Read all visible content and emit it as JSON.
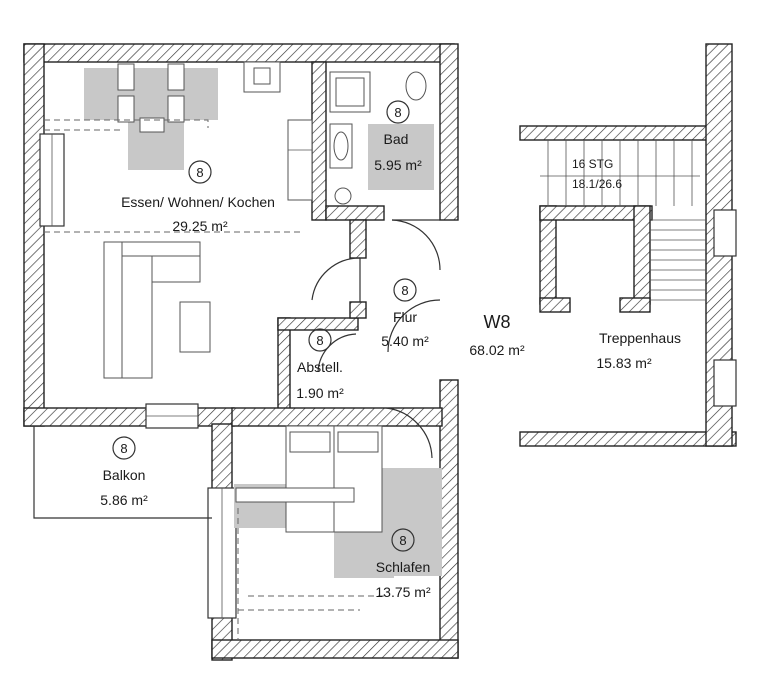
{
  "plan": {
    "unit_label": "W8",
    "unit_area": "68.02 m²",
    "rooms": [
      {
        "id": "essen",
        "marker": "8",
        "name": "Essen/ Wohnen/ Kochen",
        "area": "29.25 m²"
      },
      {
        "id": "bad",
        "marker": "8",
        "name": "Bad",
        "area": "5.95 m²"
      },
      {
        "id": "flur",
        "marker": "8",
        "name": "Flur",
        "area": "5.40 m²"
      },
      {
        "id": "abstell",
        "marker": "8",
        "name": "Abstell.",
        "area": "1.90 m²"
      },
      {
        "id": "balkon",
        "marker": "8",
        "name": "Balkon",
        "area": "5.86 m²"
      },
      {
        "id": "schlafen",
        "marker": "8",
        "name": "Schlafen",
        "area": "13.75 m²"
      },
      {
        "id": "treppenhaus",
        "marker": "",
        "name": "Treppenhaus",
        "area": "15.83 m²"
      }
    ],
    "stairs": {
      "steps_label": "16 STG",
      "dims_label": "18.1/26.6"
    }
  }
}
